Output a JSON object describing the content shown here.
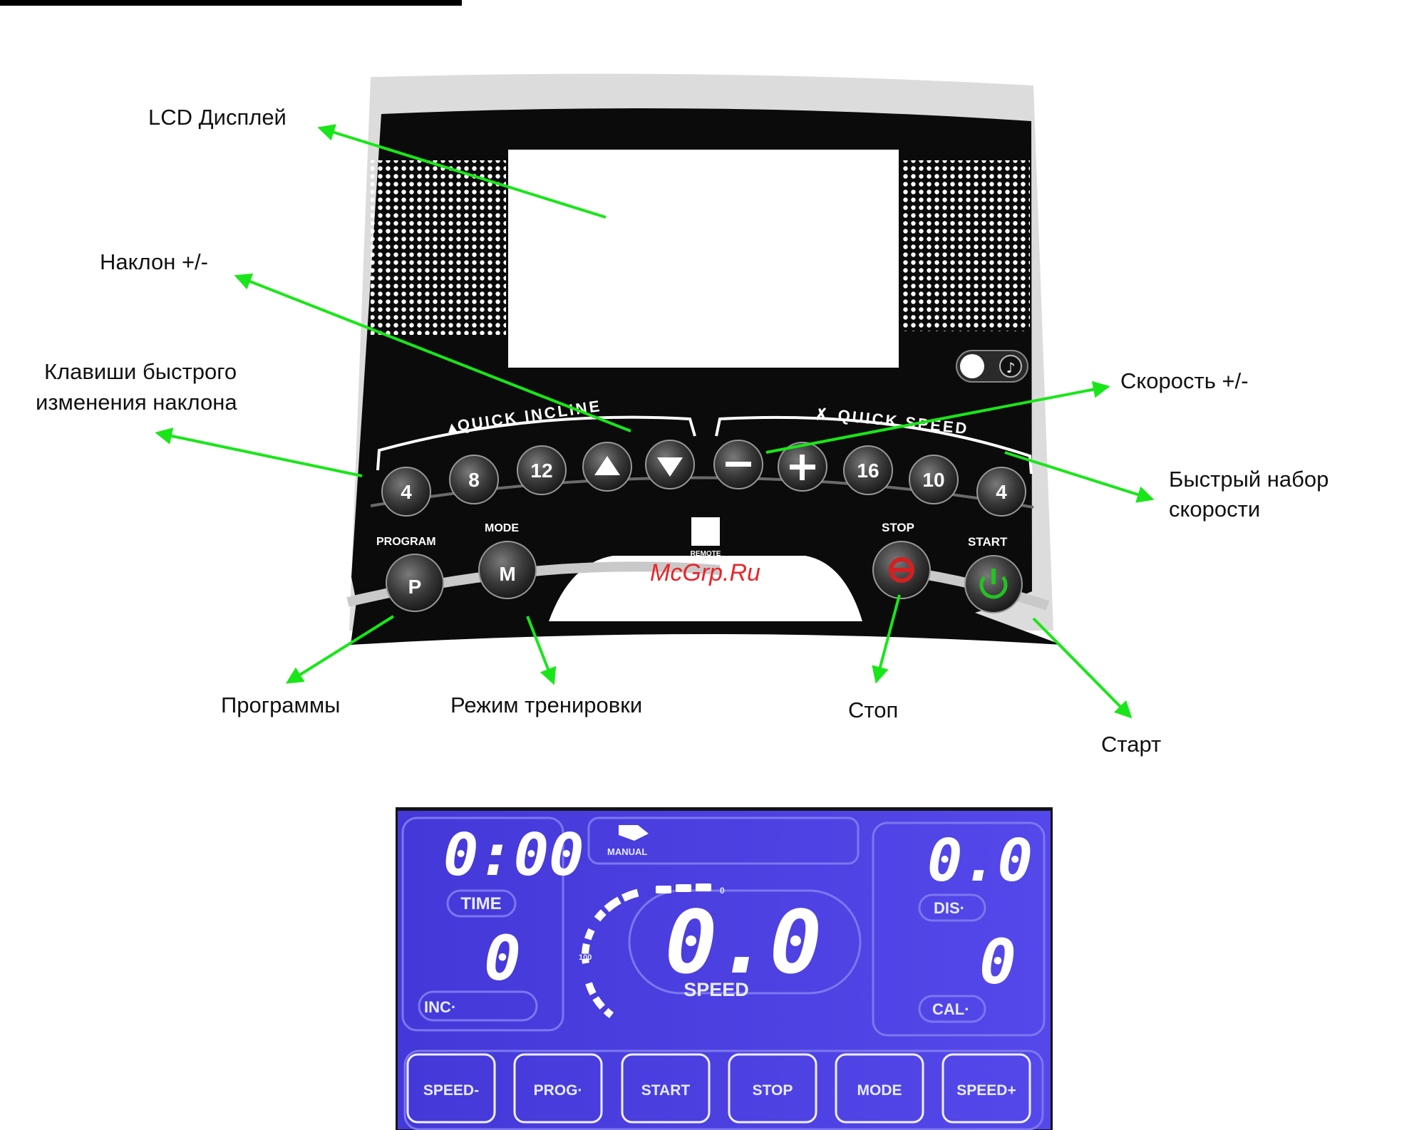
{
  "callouts": {
    "lcd_display": "LCD Дисплей",
    "incline": "Наклон +/-",
    "quick_incline_keys_line1": "Клавиши быстрого",
    "quick_incline_keys_line2": "изменения наклона",
    "speed": "Скорость +/-",
    "quick_speed_line1": "Быстрый набор",
    "quick_speed_line2": "скорости",
    "programs": "Программы",
    "mode": "Режим тренировки",
    "stop": "Стоп",
    "start": "Старт"
  },
  "panel": {
    "quick_incline_title": "QUICK INCLINE",
    "quick_speed_title": "QUICK SPEED",
    "incline_buttons": [
      "4",
      "8",
      "12"
    ],
    "speed_buttons": [
      "16",
      "10",
      "4"
    ],
    "program_label": "PROGRAM",
    "program_key": "P",
    "mode_label": "MODE",
    "mode_key": "M",
    "remote_label": "REMOTE",
    "stop_label": "STOP",
    "start_label": "START"
  },
  "watermark": "McGrp.Ru",
  "lcd": {
    "time_value": "0:00",
    "time_label": "TIME",
    "incline_value": "0",
    "incline_label": "INC·",
    "manual_label": "MANUAL",
    "gauge_max": "0",
    "gauge_100": "100",
    "speed_value": "0.0",
    "speed_label": "SPEED",
    "distance_value": "0.0",
    "distance_label": "DIS·",
    "calories_value": "0",
    "calories_label": "CAL·",
    "buttons": [
      "SPEED-",
      "PROG·",
      "START",
      "STOP",
      "MODE",
      "SPEED+"
    ]
  },
  "colors": {
    "arrow": "#19e619",
    "panel": "#0b0b0b",
    "lcd_bg": "#4a3ee0",
    "stop_red": "#d42020",
    "start_green": "#22c322"
  }
}
